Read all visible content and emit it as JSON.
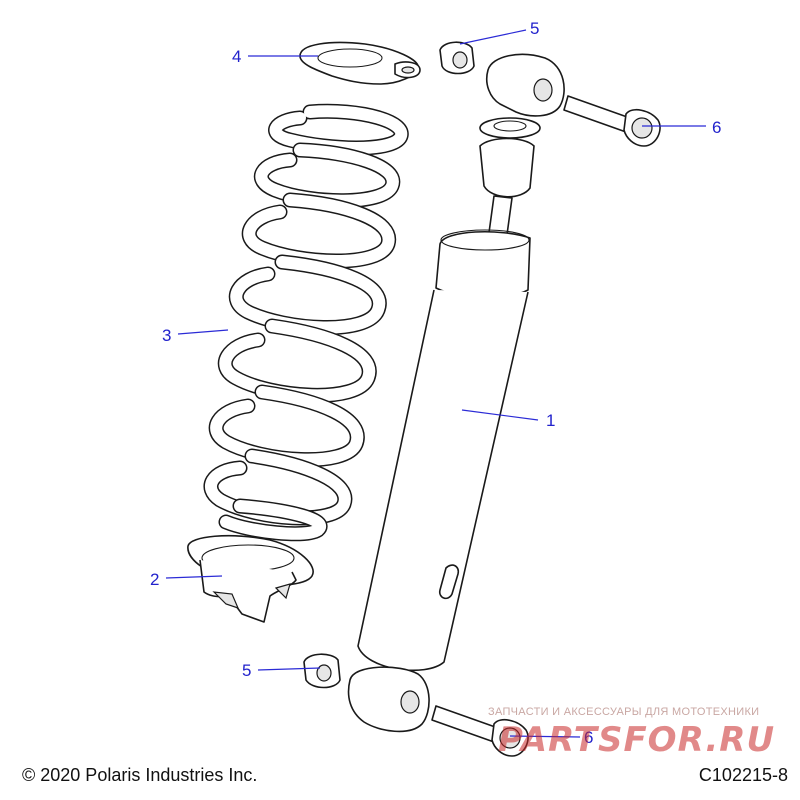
{
  "callouts": [
    {
      "id": "1",
      "label": "1"
    },
    {
      "id": "2",
      "label": "2"
    },
    {
      "id": "3",
      "label": "3"
    },
    {
      "id": "4",
      "label": "4"
    },
    {
      "id": "5a",
      "label": "5"
    },
    {
      "id": "5b",
      "label": "5"
    },
    {
      "id": "6a",
      "label": "6"
    },
    {
      "id": "6b",
      "label": "6"
    }
  ],
  "footer": {
    "copyright": "© 2020 Polaris Industries Inc.",
    "drawing_id": "C102215-8"
  },
  "watermark": {
    "tagline": "ЗАПЧАСТИ И АКСЕССУАРЫ ДЛЯ МОТОТЕХНИКИ",
    "logo_text": "PARTSFOR.RU"
  },
  "colors": {
    "callout": "#2222cc",
    "outline": "#1a1a1a",
    "watermark": "#c82828"
  }
}
